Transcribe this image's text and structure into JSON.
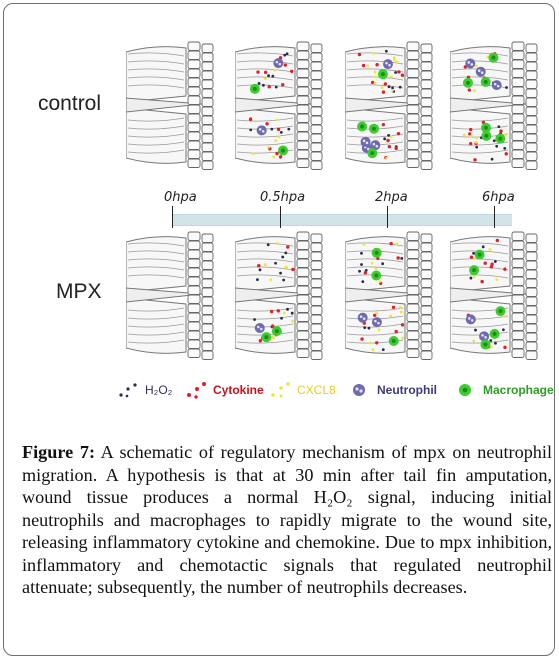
{
  "rows": [
    {
      "label": "control"
    },
    {
      "label": "MPX"
    }
  ],
  "timepoints": [
    "0hpa",
    "0.5hpa",
    "2hpa",
    "6hpa"
  ],
  "legend": [
    {
      "label": "H₂O₂",
      "color": "#2a2a4a",
      "text_color": "#2f2f5a"
    },
    {
      "label": "Cytokine",
      "color": "#e0202a",
      "text_color": "#c0141c"
    },
    {
      "label": "CXCL8",
      "color": "#f2e33a",
      "text_color": "#e8cd2a"
    },
    {
      "label": "Neutrophil",
      "color": "#6e6ab0",
      "text_color": "#3d3a7a"
    },
    {
      "label": "Macrophage",
      "color": "#3dcc2e",
      "text_color": "#2a9e1f"
    }
  ],
  "caption": {
    "label": "Figure 7:",
    "text": " A schematic of regulatory mechanism of mpx on neutrophil migration. A hypothesis is that at 30 min after tail fin amputation, wound tissue produces a normal H₂O₂ signal, inducing initial neutrophils and macrophages to rapidly migrate to the wound site, releasing inflammatory cytokine and chemokine. Due to mpx inhibition, inflammatory and chemotactic signals that regulated neutrophil attenuate; subsequently, the number of neutrophils decreases."
  }
}
